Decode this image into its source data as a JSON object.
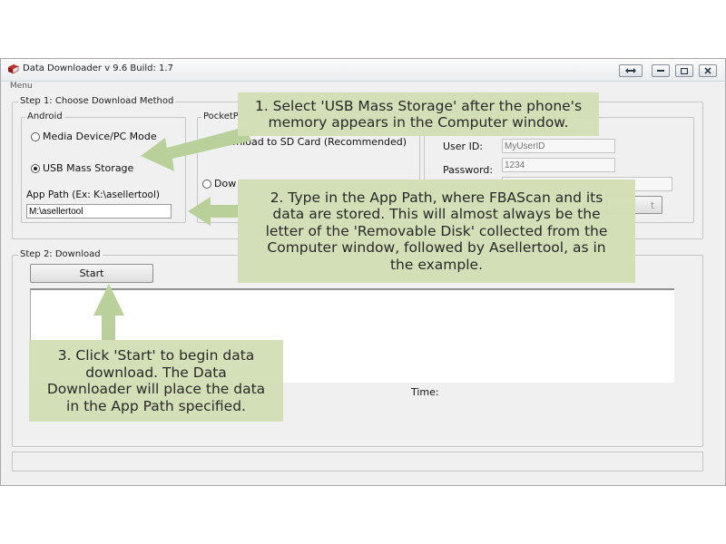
{
  "window": {
    "title": "Data Downloader v 9.6 Build: 1.7",
    "menu": "Menu"
  },
  "step1": {
    "legend": "Step 1: Choose Download Method",
    "android": {
      "legend": "Android",
      "option_media": "Media Device/PC Mode",
      "option_usb": "USB Mass Storage",
      "selected": "USB Mass Storage",
      "app_path_label": "App Path (Ex: K:\\asellertool)",
      "app_path_value": "M:\\asellertool"
    },
    "pocketpc": {
      "legend_visible": "PocketP",
      "option_sd": "Download to SD Card (Recommended)",
      "option_second_visible": "Dow"
    },
    "account": {
      "userid_label": "User ID:",
      "userid_placeholder": "MyUserID",
      "password_label": "Password:",
      "password_placeholder": "1234",
      "button_visible_text": "t"
    }
  },
  "step2": {
    "legend": "Step 2: Download",
    "start_label": "Start",
    "time_label": "Time:"
  },
  "callouts": {
    "c1": "1. Select 'USB Mass Storage' after the phone's\nmemory appears in the Computer window.",
    "c2": "2. Type in the App Path, where FBAScan and its\ndata are stored. This will almost always be the\nletter of the 'Removable Disk' collected from the\nComputer window, followed by Asellertool, as in\nthe example.",
    "c3": "3. Click 'Start' to begin data\ndownload. The Data\nDownloader will place the data\nin the App Path specified."
  },
  "colors": {
    "callout_bg": "#d3dfb6",
    "arrow": "#b9d09a",
    "window_bg": "#f0f0f0"
  }
}
